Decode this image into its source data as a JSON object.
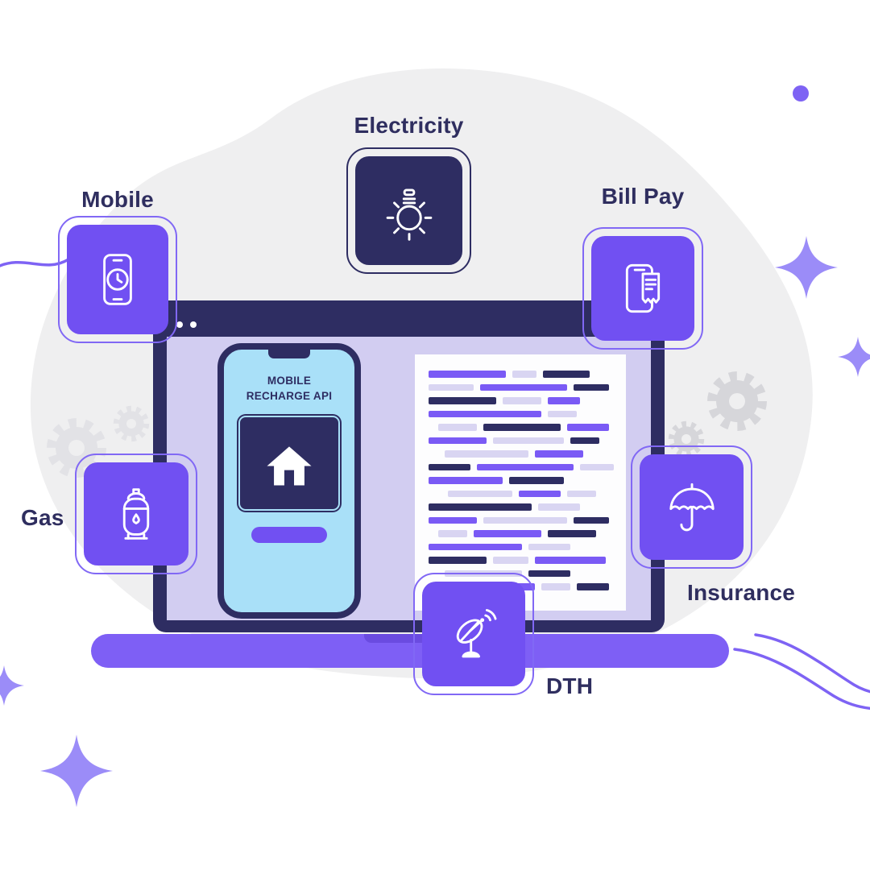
{
  "labels": {
    "electricity": "Electricity",
    "mobile": "Mobile",
    "bill_pay": "Bill Pay",
    "gas": "Gas",
    "insurance": "Insurance",
    "dth": "DTH"
  },
  "phone": {
    "title_line1": "MOBILE",
    "title_line2": "RECHARGE API"
  },
  "icons": {
    "electricity": "light-bulb-icon",
    "mobile": "smartphone-clock-icon",
    "bill_pay": "phone-receipt-icon",
    "gas": "gas-cylinder-icon",
    "insurance": "umbrella-icon",
    "dth": "satellite-dish-icon",
    "phone_screen": "home-icon"
  },
  "colors": {
    "tile_purple": "#7150f2",
    "tile_outline": "#8168f5",
    "navy": "#2e2d62",
    "screen_lavender": "#d2cdf1",
    "base_purple": "#7e5ff5",
    "phone_blue": "#a9e0f8",
    "blob_gray": "#efeff0",
    "accent_purple": "#7e63f4",
    "star_purple": "#9b8cf8",
    "code_purple": "#7a5af5",
    "code_lavender": "#d9d5f2",
    "code_dark": "#2e2d62"
  },
  "code_lines": {
    "rows": [
      {
        "i": 0,
        "s": [
          [
            "p",
            96
          ],
          [
            "l",
            30
          ],
          [
            "d",
            58
          ]
        ]
      },
      {
        "i": 0,
        "s": [
          [
            "l",
            56
          ],
          [
            "p",
            108
          ],
          [
            "d",
            44
          ]
        ]
      },
      {
        "i": 0,
        "s": [
          [
            "d",
            84
          ],
          [
            "l",
            48
          ],
          [
            "p",
            40
          ]
        ]
      },
      {
        "i": 0,
        "s": [
          [
            "p",
            140
          ],
          [
            "l",
            36
          ]
        ]
      },
      {
        "i": 12,
        "s": [
          [
            "l",
            48
          ],
          [
            "d",
            96
          ],
          [
            "p",
            52
          ]
        ]
      },
      {
        "i": 0,
        "s": [
          [
            "p",
            72
          ],
          [
            "l",
            88
          ],
          [
            "d",
            36
          ]
        ]
      },
      {
        "i": 20,
        "s": [
          [
            "l",
            104
          ],
          [
            "p",
            60
          ]
        ]
      },
      {
        "i": 0,
        "s": [
          [
            "d",
            52
          ],
          [
            "p",
            120
          ],
          [
            "l",
            42
          ]
        ]
      },
      {
        "i": 0,
        "s": [
          [
            "p",
            92
          ],
          [
            "d",
            68
          ]
        ]
      },
      {
        "i": 24,
        "s": [
          [
            "l",
            80
          ],
          [
            "p",
            52
          ],
          [
            "l",
            36
          ]
        ]
      },
      {
        "i": 0,
        "s": [
          [
            "d",
            128
          ],
          [
            "l",
            52
          ]
        ]
      },
      {
        "i": 0,
        "s": [
          [
            "p",
            60
          ],
          [
            "l",
            104
          ],
          [
            "d",
            44
          ]
        ]
      },
      {
        "i": 12,
        "s": [
          [
            "l",
            36
          ],
          [
            "p",
            84
          ],
          [
            "d",
            60
          ]
        ]
      },
      {
        "i": 0,
        "s": [
          [
            "p",
            116
          ],
          [
            "l",
            52
          ]
        ]
      },
      {
        "i": 0,
        "s": [
          [
            "d",
            72
          ],
          [
            "l",
            44
          ],
          [
            "p",
            88
          ]
        ]
      },
      {
        "i": 20,
        "s": [
          [
            "l",
            96
          ],
          [
            "d",
            52
          ]
        ]
      },
      {
        "i": 0,
        "s": [
          [
            "p",
            132
          ],
          [
            "l",
            36
          ],
          [
            "d",
            40
          ]
        ]
      }
    ]
  }
}
